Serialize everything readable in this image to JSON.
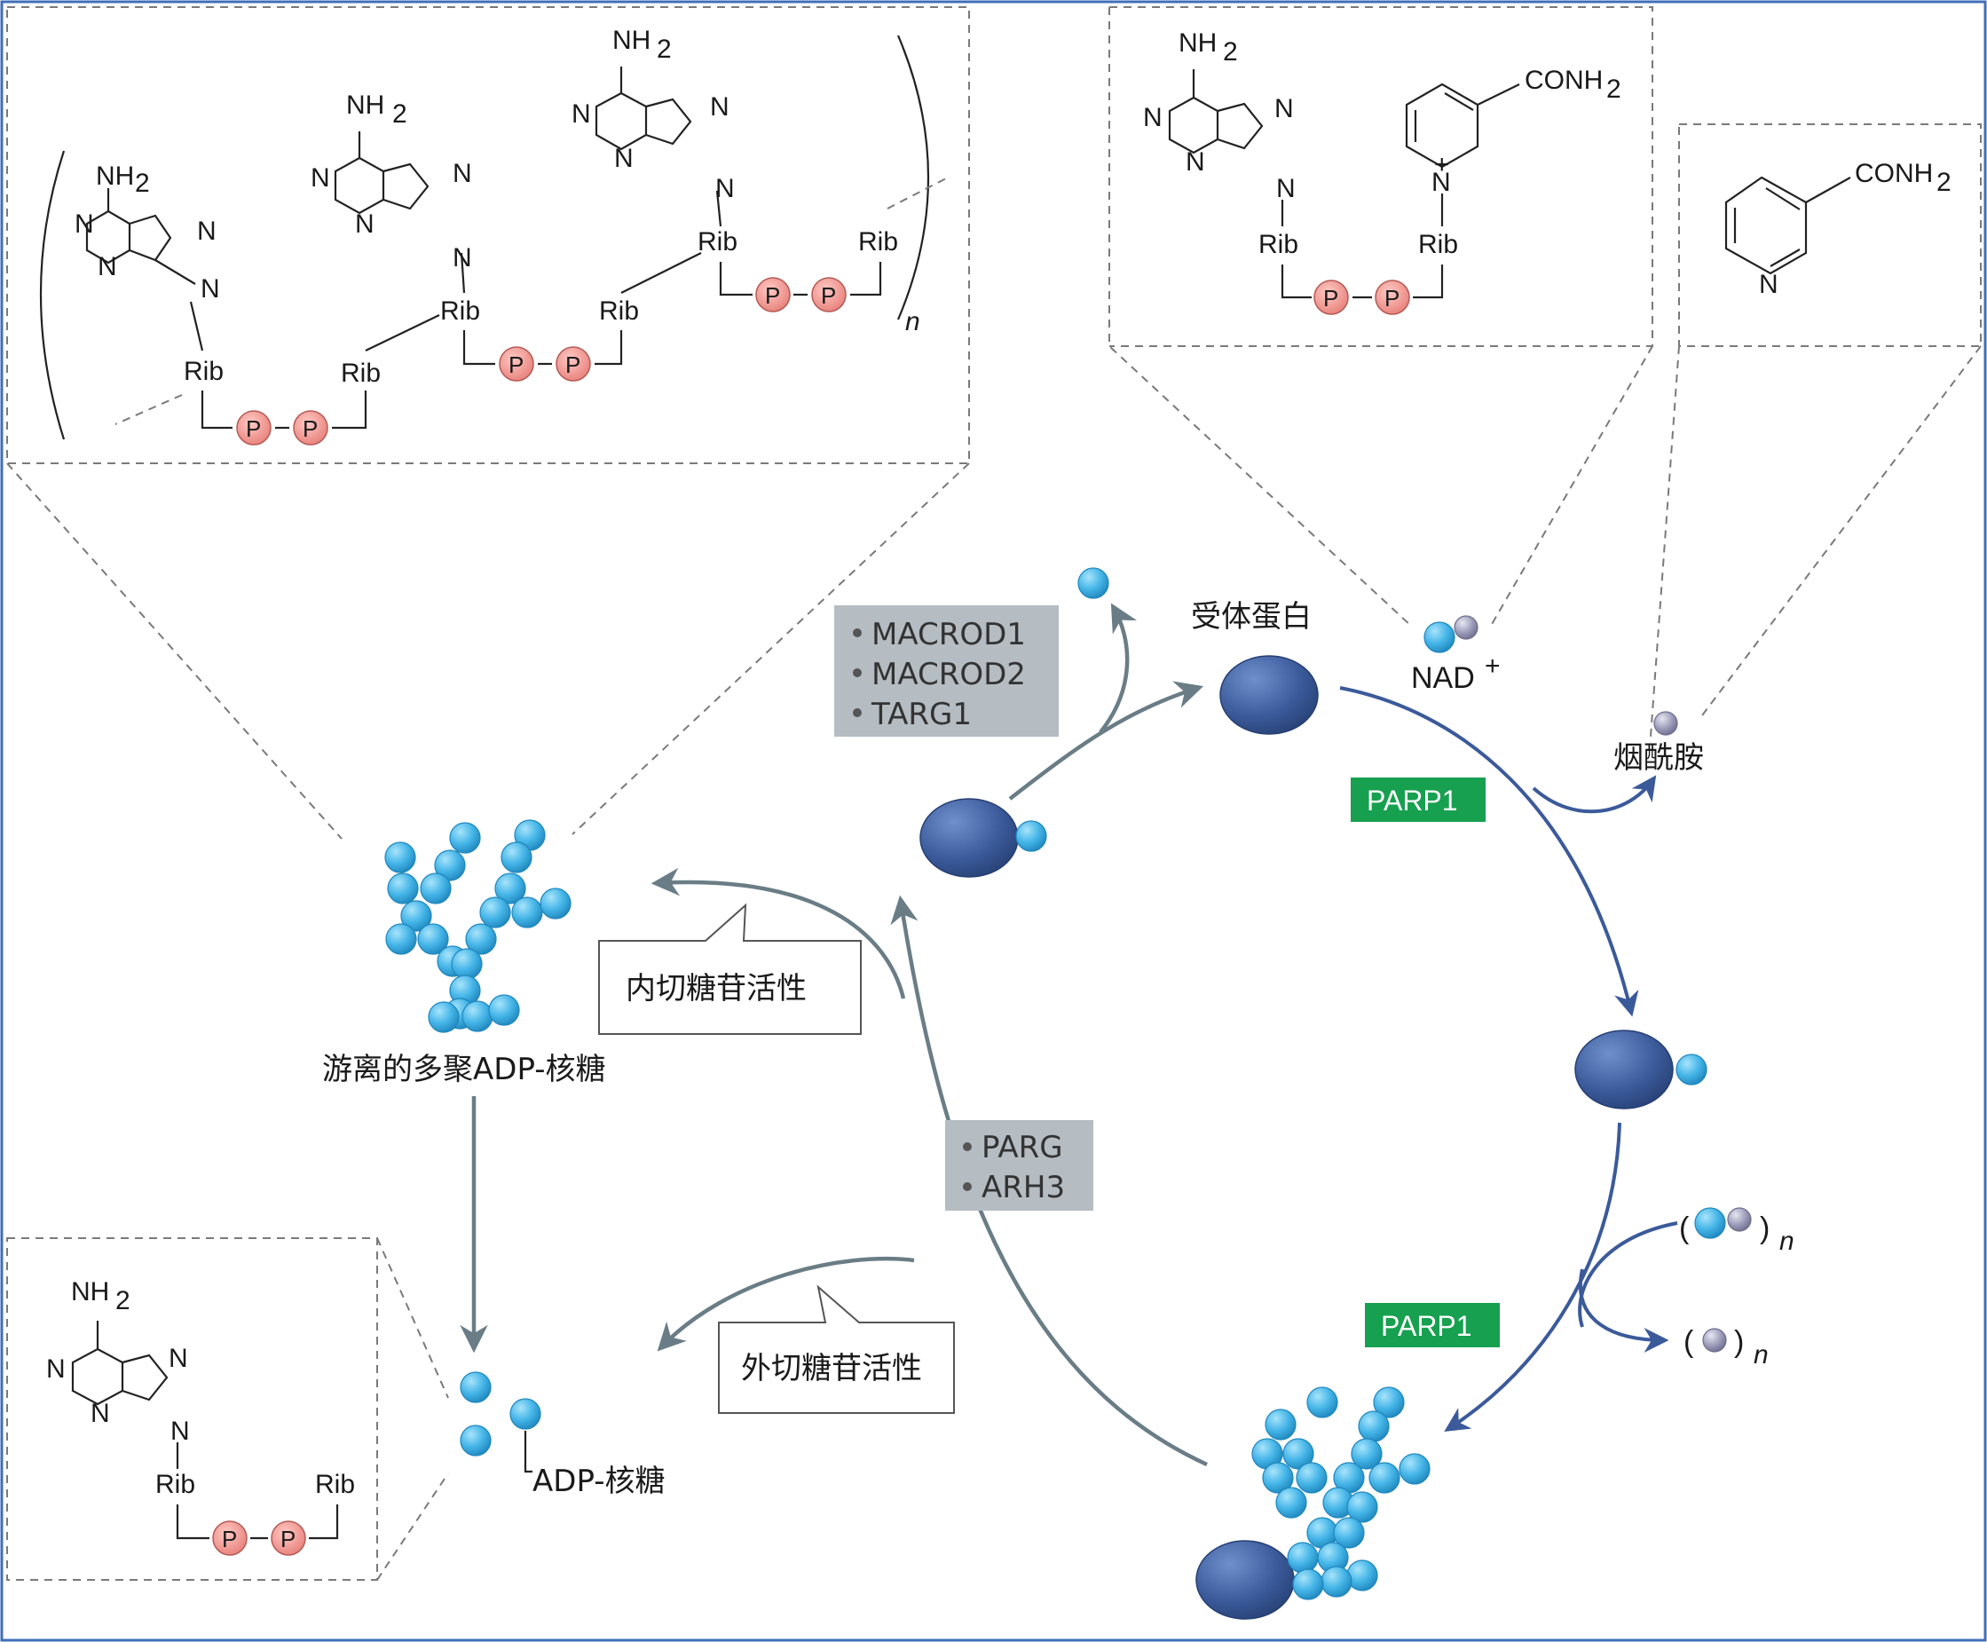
{
  "colors": {
    "protein": "#3b5a9a",
    "adp_ribose_unit": "#45b5e8",
    "nicotinamide_unit": "#9a9ab8",
    "phosphate": "#ee8a84",
    "parp_box": "#17a04f",
    "enzyme_box": "#b5bcc2",
    "arrow_blue": "#3b5a9a",
    "arrow_gray": "#6a7d86",
    "frame": "#3f6fb8"
  },
  "structures": {
    "poly_adp_ribose": {
      "nh2": "NH",
      "nh2_sub": "2",
      "n": "N",
      "rib": "Rib",
      "p": "P",
      "repeat": "n"
    },
    "nad": {
      "nh2": "NH",
      "nh2_sub": "2",
      "conh2": "CONH",
      "conh2_sub": "2",
      "n": "N",
      "n_plus": "+",
      "rib": "Rib",
      "p": "P"
    },
    "nicotinamide": {
      "conh2": "CONH",
      "conh2_sub": "2",
      "n": "N"
    },
    "adp_ribose": {
      "nh2": "NH",
      "nh2_sub": "2",
      "n": "N",
      "rib": "Rib",
      "p": "P"
    }
  },
  "labels": {
    "acceptor_protein": "受体蛋白",
    "nad": "NAD",
    "nad_sup": "+",
    "nicotinamide": "烟酰胺",
    "free_par": "游离的多聚ADP-核糖",
    "adp_ribose": "ADP-核糖",
    "endo": "内切糖苷活性",
    "exo": "外切糖苷活性",
    "paren_open": "(",
    "paren_close": ")",
    "n": "n"
  },
  "enzymes": {
    "box1": [
      "MACROD1",
      "MACROD2",
      "TARG1"
    ],
    "box2": [
      "PARG",
      "ARH3"
    ],
    "parp_top": "PARP1",
    "parp_bottom": "PARP1"
  }
}
